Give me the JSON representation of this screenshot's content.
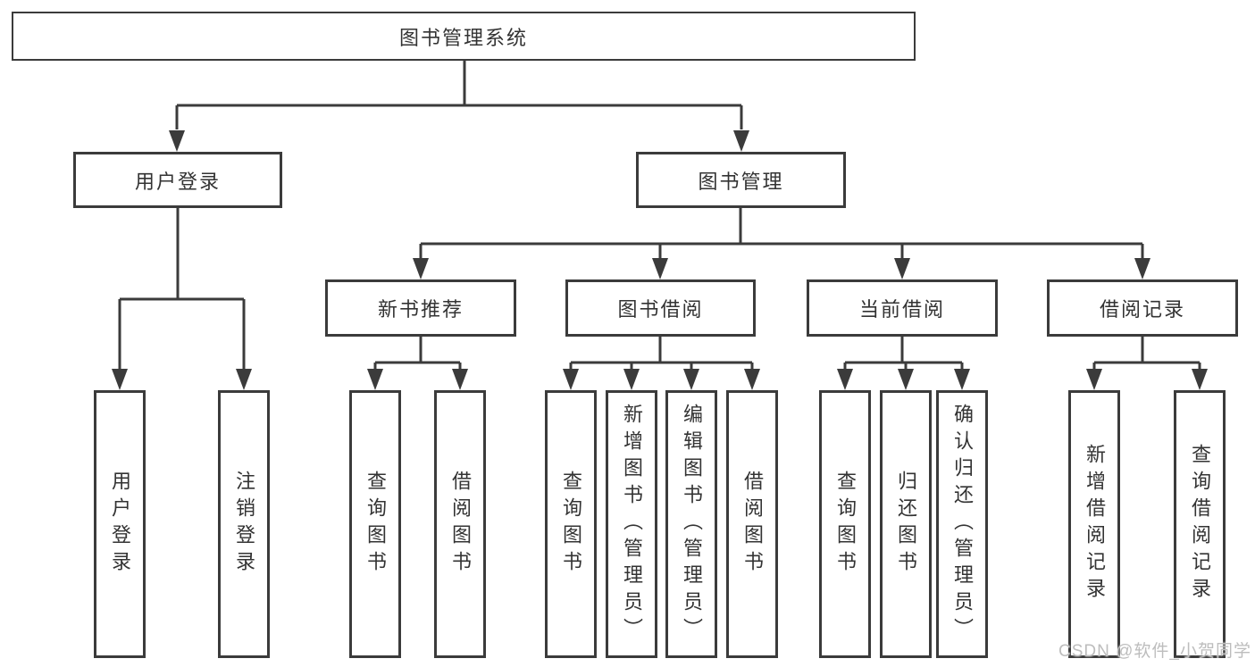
{
  "diagram": {
    "root": {
      "label": "图书管理系统"
    },
    "level2": [
      {
        "label": "用户登录"
      },
      {
        "label": "图书管理"
      }
    ],
    "level3": [
      {
        "label": "新书推荐"
      },
      {
        "label": "图书借阅"
      },
      {
        "label": "当前借阅"
      },
      {
        "label": "借阅记录"
      }
    ],
    "leaves": {
      "user_login": [
        "用户登录",
        "注销登录"
      ],
      "new_book_recommendation": [
        "查询图书",
        "借阅图书"
      ],
      "book_borrowing": [
        "查询图书",
        "新增图书（管理员）",
        "编辑图书（管理员）",
        "借阅图书"
      ],
      "current_borrowing": [
        "查询图书",
        "归还图书",
        "确认归还（管理员）"
      ],
      "borrowing_records": [
        "新增借阅记录",
        "查询借阅记录"
      ]
    }
  },
  "watermark": {
    "text": "CSDN @软件_小贺同学"
  },
  "colors": {
    "line": "#3b3b3b",
    "text": "#333333",
    "watermark": "#bdbdbd",
    "background": "#ffffff"
  }
}
